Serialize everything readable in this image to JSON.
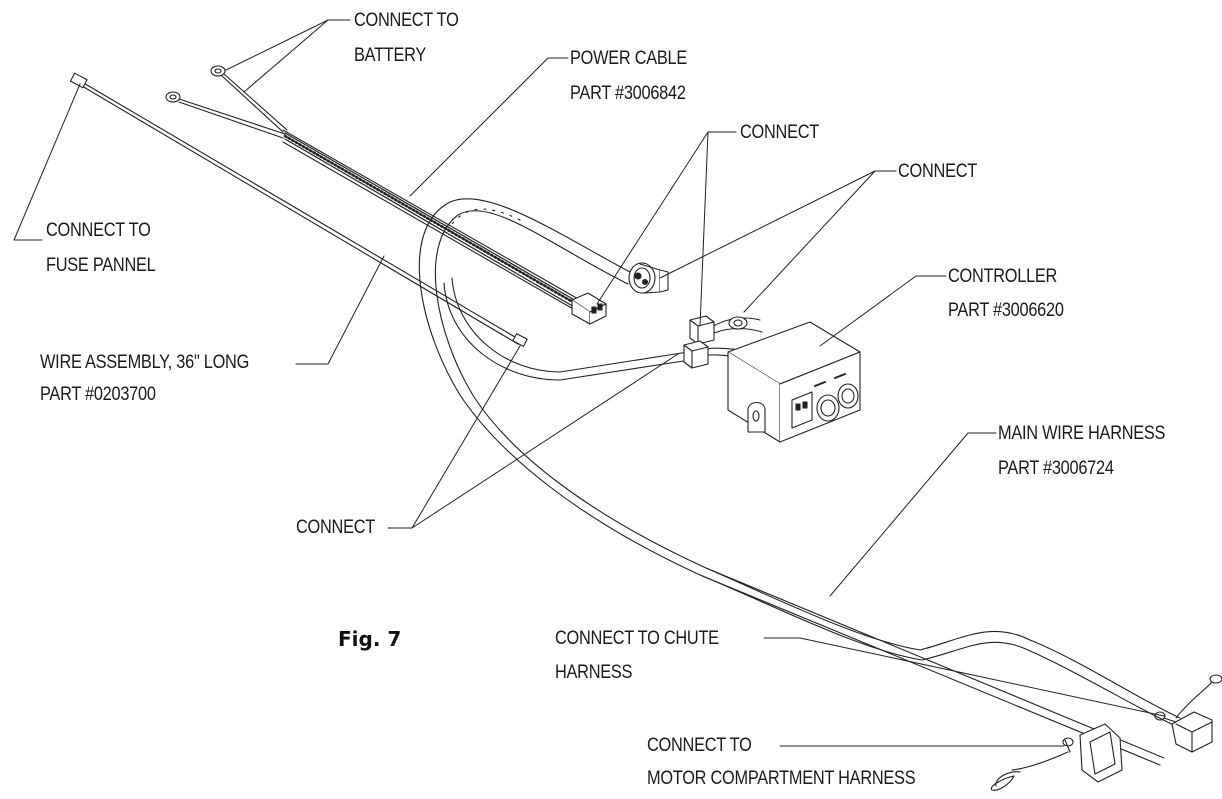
{
  "figure_label": "Fig. 7",
  "labels": {
    "connect_battery_1": "CONNECT TO",
    "connect_battery_2": "BATTERY",
    "power_cable_1": "POWER CABLE",
    "power_cable_2": "PART #3006842",
    "connect_top": "CONNECT",
    "connect_right": "CONNECT",
    "fuse_1": "CONNECT TO",
    "fuse_2": "FUSE PANNEL",
    "controller_1": "CONTROLLER",
    "controller_2": "PART #3006620",
    "wire_assembly_1": "WIRE ASSEMBLY, 36\" LONG",
    "wire_assembly_2": "PART #0203700",
    "main_harness_1": "MAIN WIRE HARNESS",
    "main_harness_2": "PART #3006724",
    "connect_bottom": "CONNECT",
    "chute_1": "CONNECT TO CHUTE",
    "chute_2": "HARNESS",
    "motor_1": "CONNECT TO",
    "motor_2": "MOTOR COMPARTMENT  HARNESS"
  }
}
